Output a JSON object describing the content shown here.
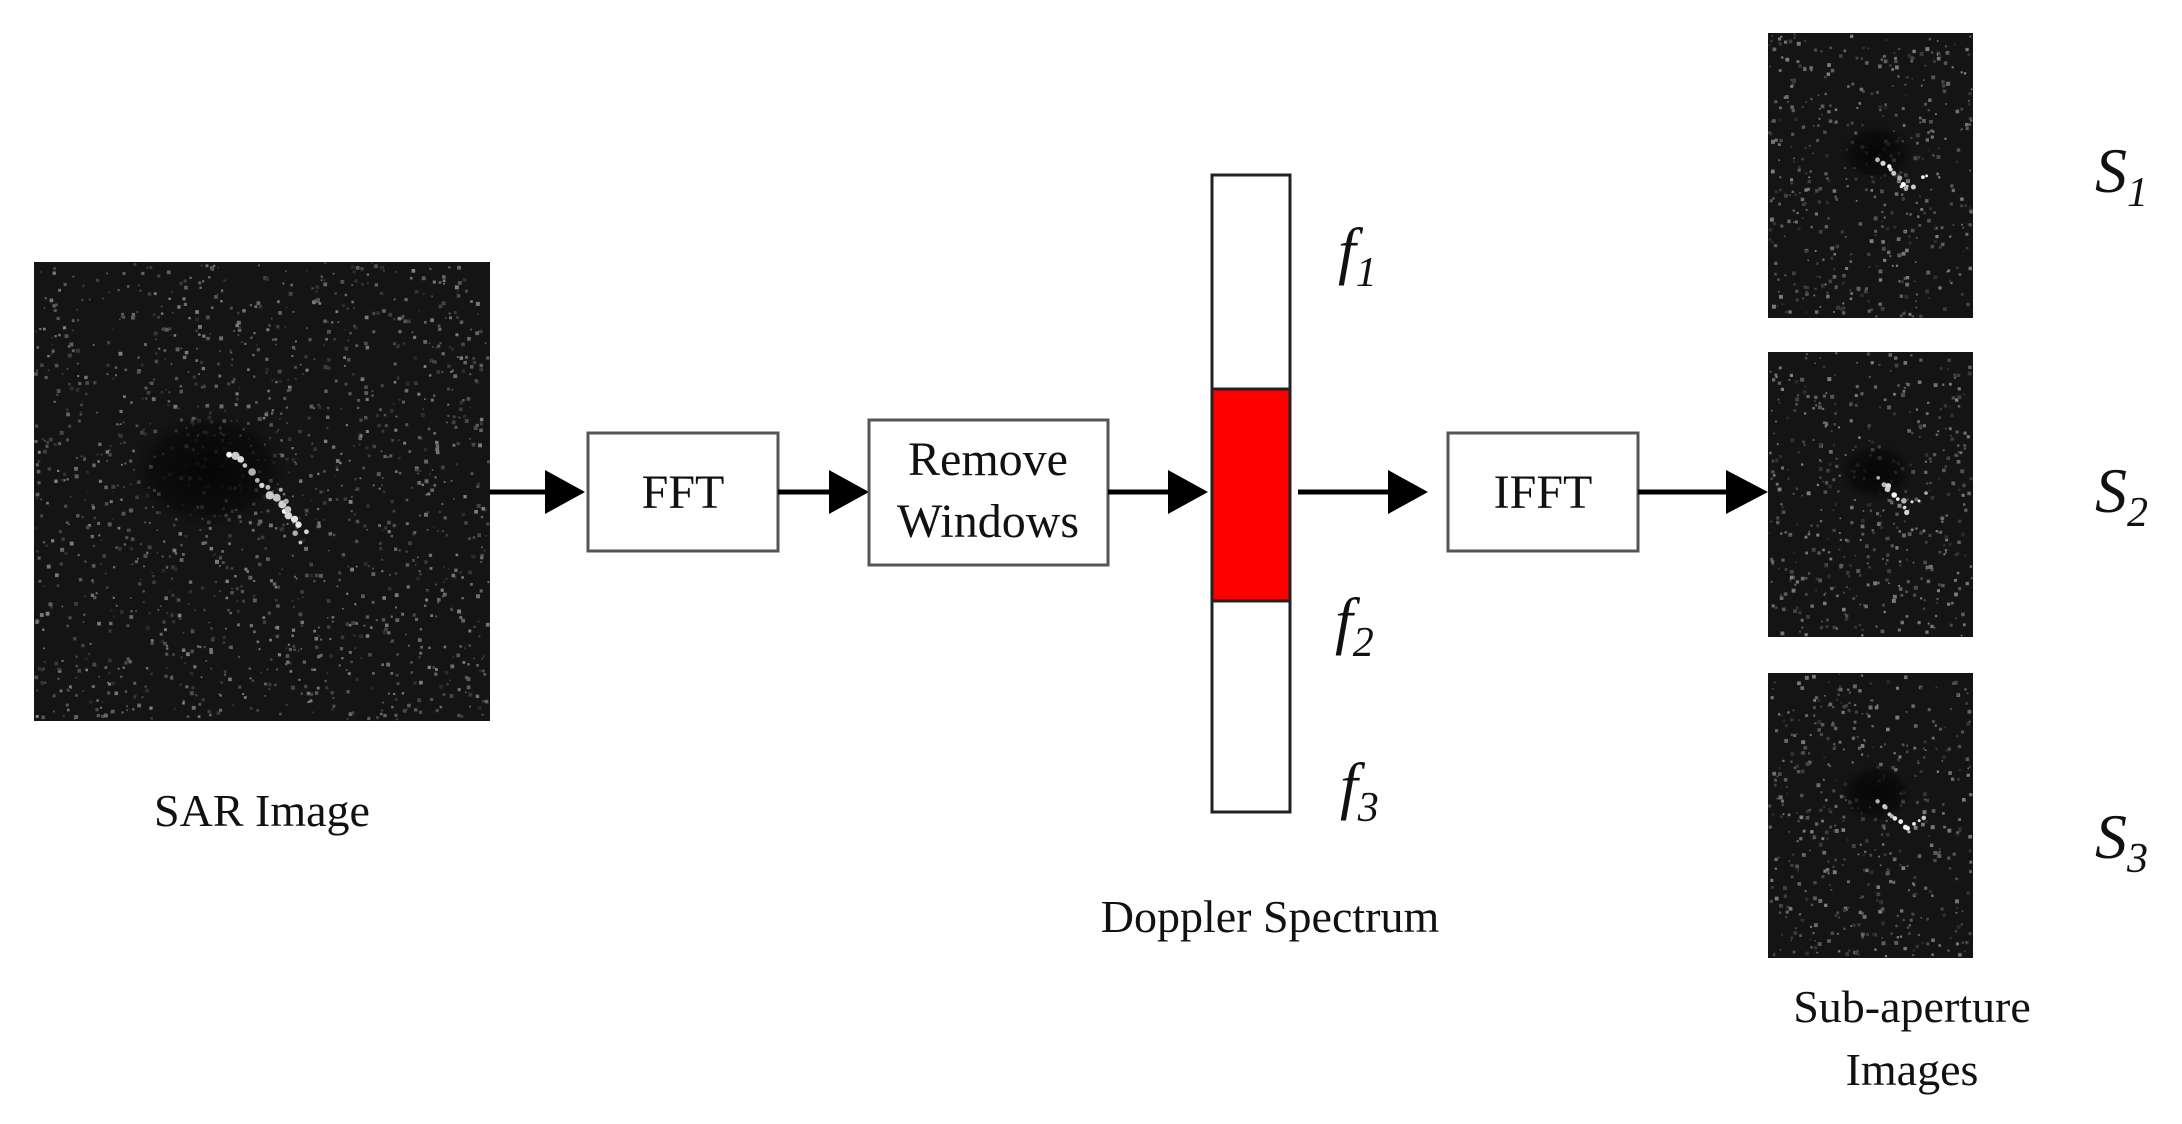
{
  "colors": {
    "background": "#ffffff",
    "arrow": "#000000",
    "box_stroke": "#555555",
    "spectrum_selected": "#ff0000",
    "sar_background": "#141414"
  },
  "input": {
    "caption": "SAR Image"
  },
  "blocks": {
    "fft": "FFT",
    "remove_windows_line1": "Remove",
    "remove_windows_line2": "Windows",
    "ifft": "IFFT"
  },
  "spectrum": {
    "caption": "Doppler Spectrum",
    "segments": [
      {
        "symbol": "f",
        "sub": "1"
      },
      {
        "symbol": "f",
        "sub": "2"
      },
      {
        "symbol": "f",
        "sub": "3"
      }
    ]
  },
  "outputs": {
    "caption_line1": "Sub-aperture",
    "caption_line2": "Images",
    "images": [
      {
        "symbol": "S",
        "sub": "1"
      },
      {
        "symbol": "S",
        "sub": "2"
      },
      {
        "symbol": "S",
        "sub": "3"
      }
    ]
  }
}
